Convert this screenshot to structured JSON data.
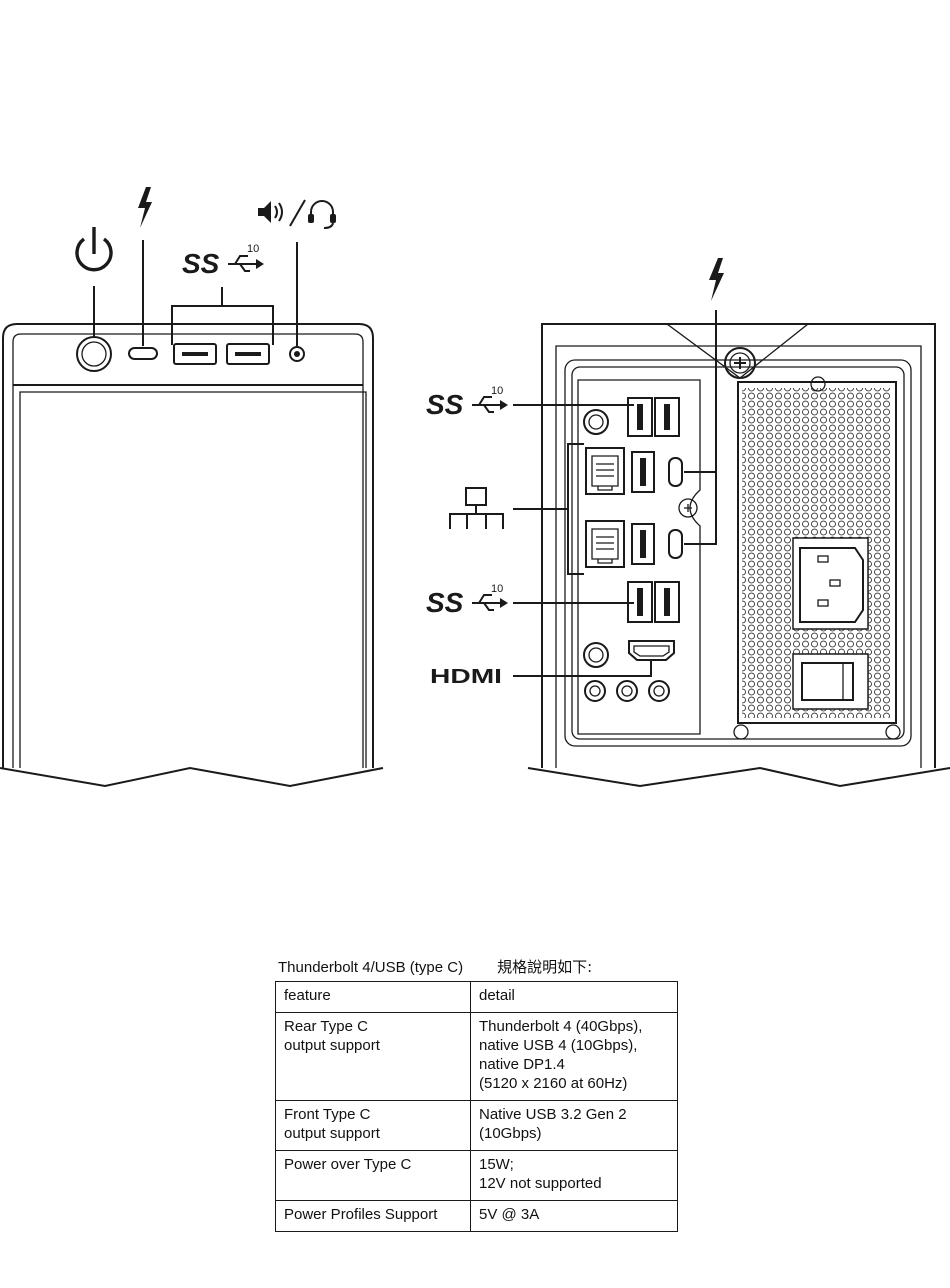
{
  "labels": {
    "usb_ss_text": "SS",
    "usb_ss_speed": "10",
    "hdmi_text": "HDMI"
  },
  "icons": {
    "front": [
      "power-icon",
      "thunderbolt-icon",
      "usb-superspeed-10-icon",
      "speaker-headphone-icon"
    ],
    "rear": [
      "thunderbolt-icon",
      "usb-superspeed-10-icon",
      "network-icon",
      "usb-superspeed-10-icon",
      "hdmi-icon"
    ]
  },
  "caption": {
    "title": "Thunderbolt 4/USB (type C)",
    "suffix": "規格說明如下:"
  },
  "table": {
    "header": {
      "feature": "feature",
      "detail": "detail"
    },
    "rows": [
      {
        "feature": "Rear Type C\noutput support",
        "detail": "Thunderbolt 4 (40Gbps),\nnative USB 4 (10Gbps),\nnative DP1.4\n(5120 x 2160 at 60Hz)"
      },
      {
        "feature": "Front Type C\noutput support",
        "detail": "Native USB 3.2 Gen 2\n(10Gbps)"
      },
      {
        "feature": "Power over Type C",
        "detail": "15W;\n12V not supported"
      },
      {
        "feature": "Power Profiles Support",
        "detail": "5V @ 3A"
      }
    ]
  }
}
